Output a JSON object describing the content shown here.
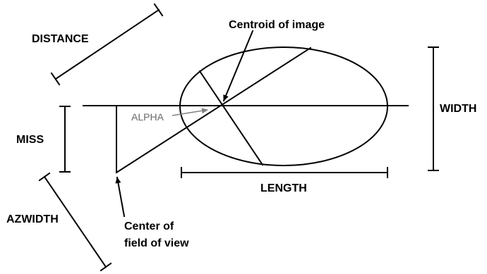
{
  "labels": {
    "distance": "DISTANCE",
    "centroid": "Centroid of image",
    "alpha": "ALPHA",
    "width": "WIDTH",
    "miss": "MISS",
    "length": "LENGTH",
    "center_line1": "Center of",
    "center_line2": "field of view",
    "azwidth": "AZWIDTH"
  },
  "colors": {
    "line": "#000000",
    "alpha_annotation": "#808080",
    "background": "#ffffff"
  }
}
